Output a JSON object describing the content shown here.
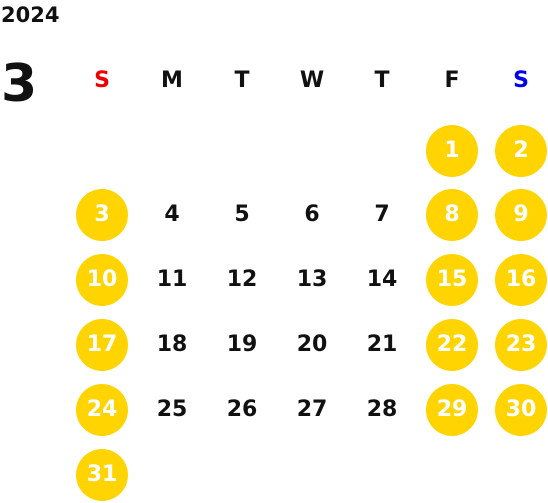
{
  "calendar": {
    "year": "2024",
    "month": "3",
    "weekdays": [
      {
        "label": "S",
        "color": "#ee0000"
      },
      {
        "label": "M",
        "color": "#111111"
      },
      {
        "label": "T",
        "color": "#111111"
      },
      {
        "label": "W",
        "color": "#111111"
      },
      {
        "label": "T",
        "color": "#111111"
      },
      {
        "label": "F",
        "color": "#111111"
      },
      {
        "label": "S",
        "color": "#0000ee"
      }
    ],
    "highlight_color": "#ffd400",
    "weeks": [
      [
        null,
        null,
        null,
        null,
        null,
        {
          "day": "1",
          "highlighted": true
        },
        {
          "day": "2",
          "highlighted": true
        }
      ],
      [
        {
          "day": "3",
          "highlighted": true
        },
        {
          "day": "4",
          "highlighted": false
        },
        {
          "day": "5",
          "highlighted": false
        },
        {
          "day": "6",
          "highlighted": false
        },
        {
          "day": "7",
          "highlighted": false
        },
        {
          "day": "8",
          "highlighted": true
        },
        {
          "day": "9",
          "highlighted": true
        }
      ],
      [
        {
          "day": "10",
          "highlighted": true
        },
        {
          "day": "11",
          "highlighted": false
        },
        {
          "day": "12",
          "highlighted": false
        },
        {
          "day": "13",
          "highlighted": false
        },
        {
          "day": "14",
          "highlighted": false
        },
        {
          "day": "15",
          "highlighted": true
        },
        {
          "day": "16",
          "highlighted": true
        }
      ],
      [
        {
          "day": "17",
          "highlighted": true
        },
        {
          "day": "18",
          "highlighted": false
        },
        {
          "day": "19",
          "highlighted": false
        },
        {
          "day": "20",
          "highlighted": false
        },
        {
          "day": "21",
          "highlighted": false
        },
        {
          "day": "22",
          "highlighted": true
        },
        {
          "day": "23",
          "highlighted": true
        }
      ],
      [
        {
          "day": "24",
          "highlighted": true
        },
        {
          "day": "25",
          "highlighted": false
        },
        {
          "day": "26",
          "highlighted": false
        },
        {
          "day": "27",
          "highlighted": false
        },
        {
          "day": "28",
          "highlighted": false
        },
        {
          "day": "29",
          "highlighted": true
        },
        {
          "day": "30",
          "highlighted": true
        }
      ],
      [
        {
          "day": "31",
          "highlighted": true
        },
        null,
        null,
        null,
        null,
        null,
        null
      ]
    ]
  }
}
